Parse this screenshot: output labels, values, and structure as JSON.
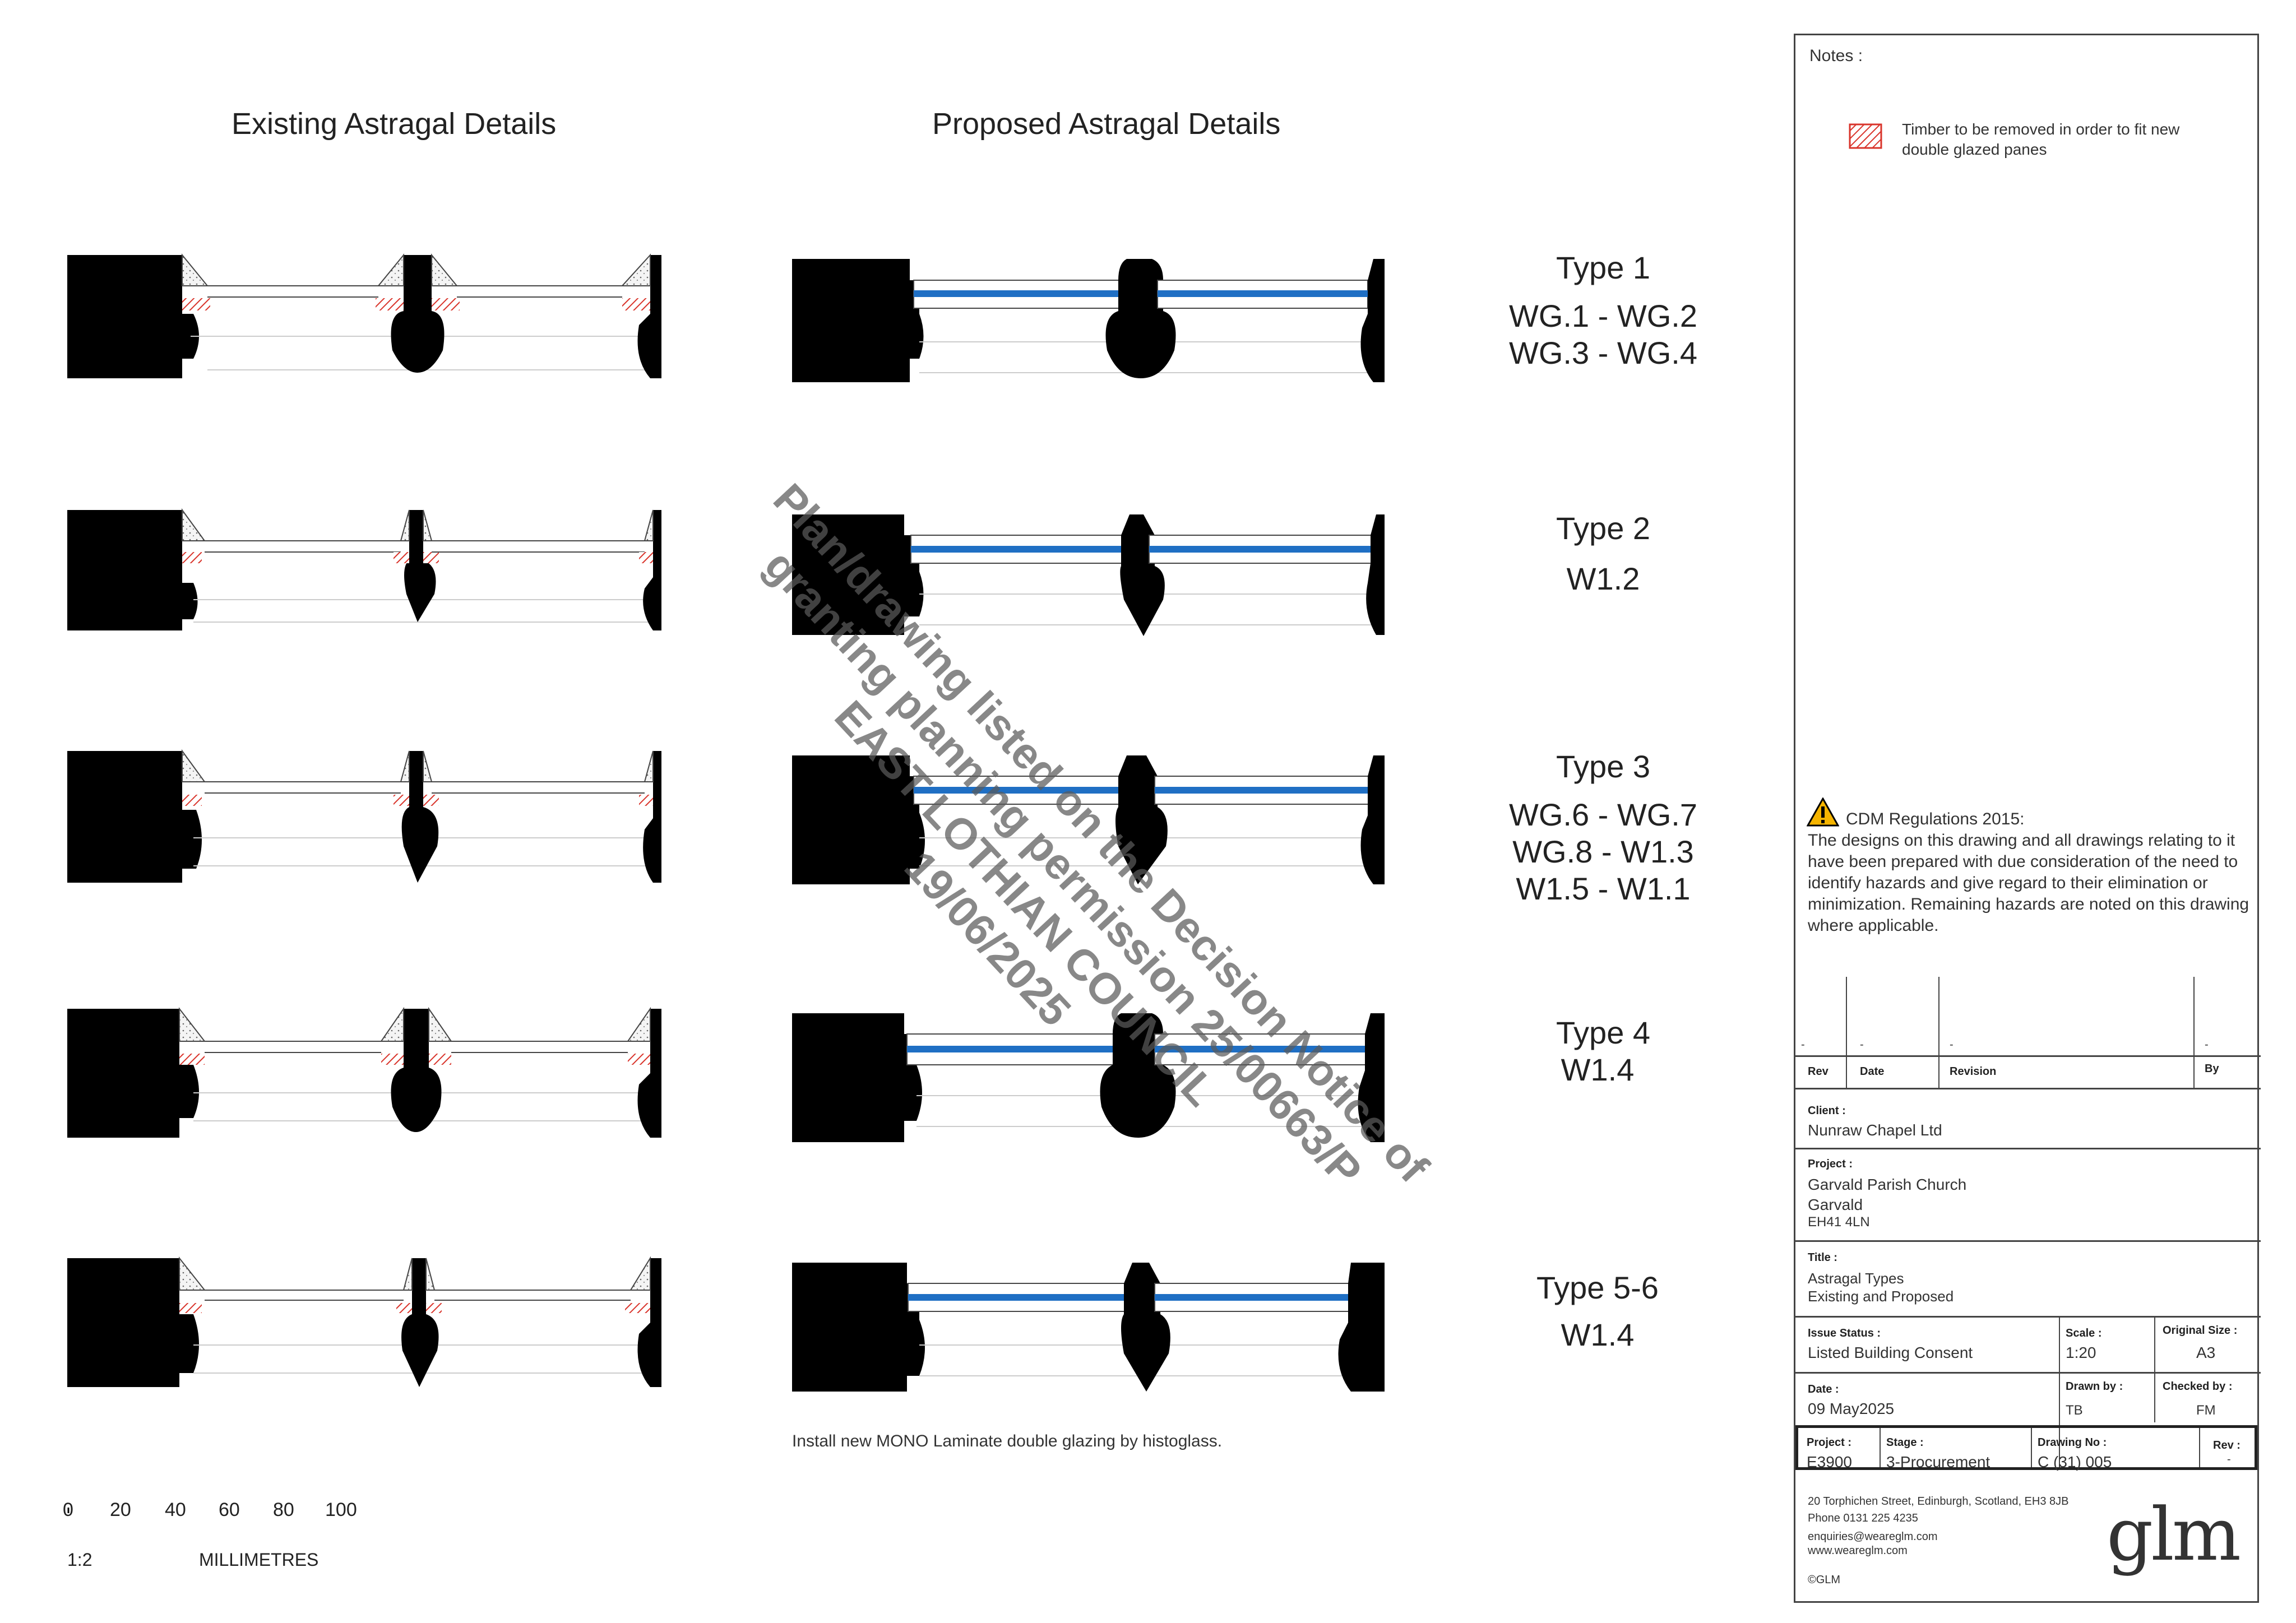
{
  "headings": {
    "existing": "Existing Astragal Details",
    "proposed": "Proposed Astragal Details"
  },
  "types": [
    {
      "name": "Type 1",
      "lines": [
        "WG.1 - WG.2",
        "WG.3 - WG.4"
      ]
    },
    {
      "name": "Type 2",
      "lines": [
        "W1.2"
      ]
    },
    {
      "name": "Type 3",
      "lines": [
        "WG.6 - WG.7",
        "WG.8 - W1.3",
        "W1.5 - W1.1"
      ]
    },
    {
      "name": "Type 4",
      "lines": [
        "W1.4"
      ]
    },
    {
      "name": "Type 5-6",
      "lines": [
        "W1.4"
      ]
    }
  ],
  "install_note": "Install new MONO Laminate double glazing by histoglass.",
  "scale_bar": {
    "ticks": [
      "0",
      "20",
      "40",
      "60",
      "80",
      "100"
    ],
    "ratio": "1:2",
    "unit": "MILLIMETRES"
  },
  "watermark": {
    "line1": "EAST LOTHIAN COUNCIL",
    "line2": "Plan/drawing listed on the Decision Notice of",
    "line3": "granting planning permission 25/00663/P",
    "line4": "19/06/2025"
  },
  "title_block": {
    "notes_label": "Notes :",
    "legend_text": "Timber to be removed in order to fit new double glazed panes",
    "cdm_title": "CDM Regulations 2015:",
    "cdm_body": "The designs on this drawing and all drawings relating to it have been prepared with due consideration of the need to identify hazards and give regard to their elimination or minimization. Remaining hazards are noted on this drawing where applicable.",
    "rev_headers": {
      "rev": "Rev",
      "date": "Date",
      "revision": "Revision",
      "by": "By"
    },
    "rev_dash": "-",
    "client_label": "Client :",
    "client": "Nunraw Chapel Ltd",
    "project_label": "Project :",
    "project_lines": [
      "Garvald Parish Church",
      "Garvald",
      "EH41 4LN"
    ],
    "title_label": "Title :",
    "title_lines": [
      "Astragal Types",
      "Existing and Proposed"
    ],
    "issue_status_label": "Issue Status :",
    "issue_status": "Listed Building Consent",
    "scale_label": "Scale :",
    "scale": "1:20",
    "original_size_label": "Original Size :",
    "original_size": "A3",
    "date_label": "Date :",
    "date": "09 May2025",
    "drawn_by_label": "Drawn by :",
    "drawn_by": "TB",
    "checked_by_label": "Checked by :",
    "checked_by": "FM",
    "project_no_label": "Project :",
    "project_no": "E3900",
    "stage_label": "Stage :",
    "stage": "3-Procurement",
    "drawing_no_label": "Drawing No :",
    "drawing_no": "C (31) 005",
    "rev_label": "Rev :",
    "rev": "-",
    "address": "20 Torphichen Street, Edinburgh, Scotland, EH3 8JB",
    "phone": "Phone 0131 225 4235",
    "email": "enquiries@weareglm.com",
    "web": "www.weareglm.com",
    "copyright": "©GLM",
    "logo": "glm"
  },
  "colors": {
    "timber": "#000000",
    "removed_timber": "#d9342b",
    "glazing_blue": "#1f6fc4"
  }
}
